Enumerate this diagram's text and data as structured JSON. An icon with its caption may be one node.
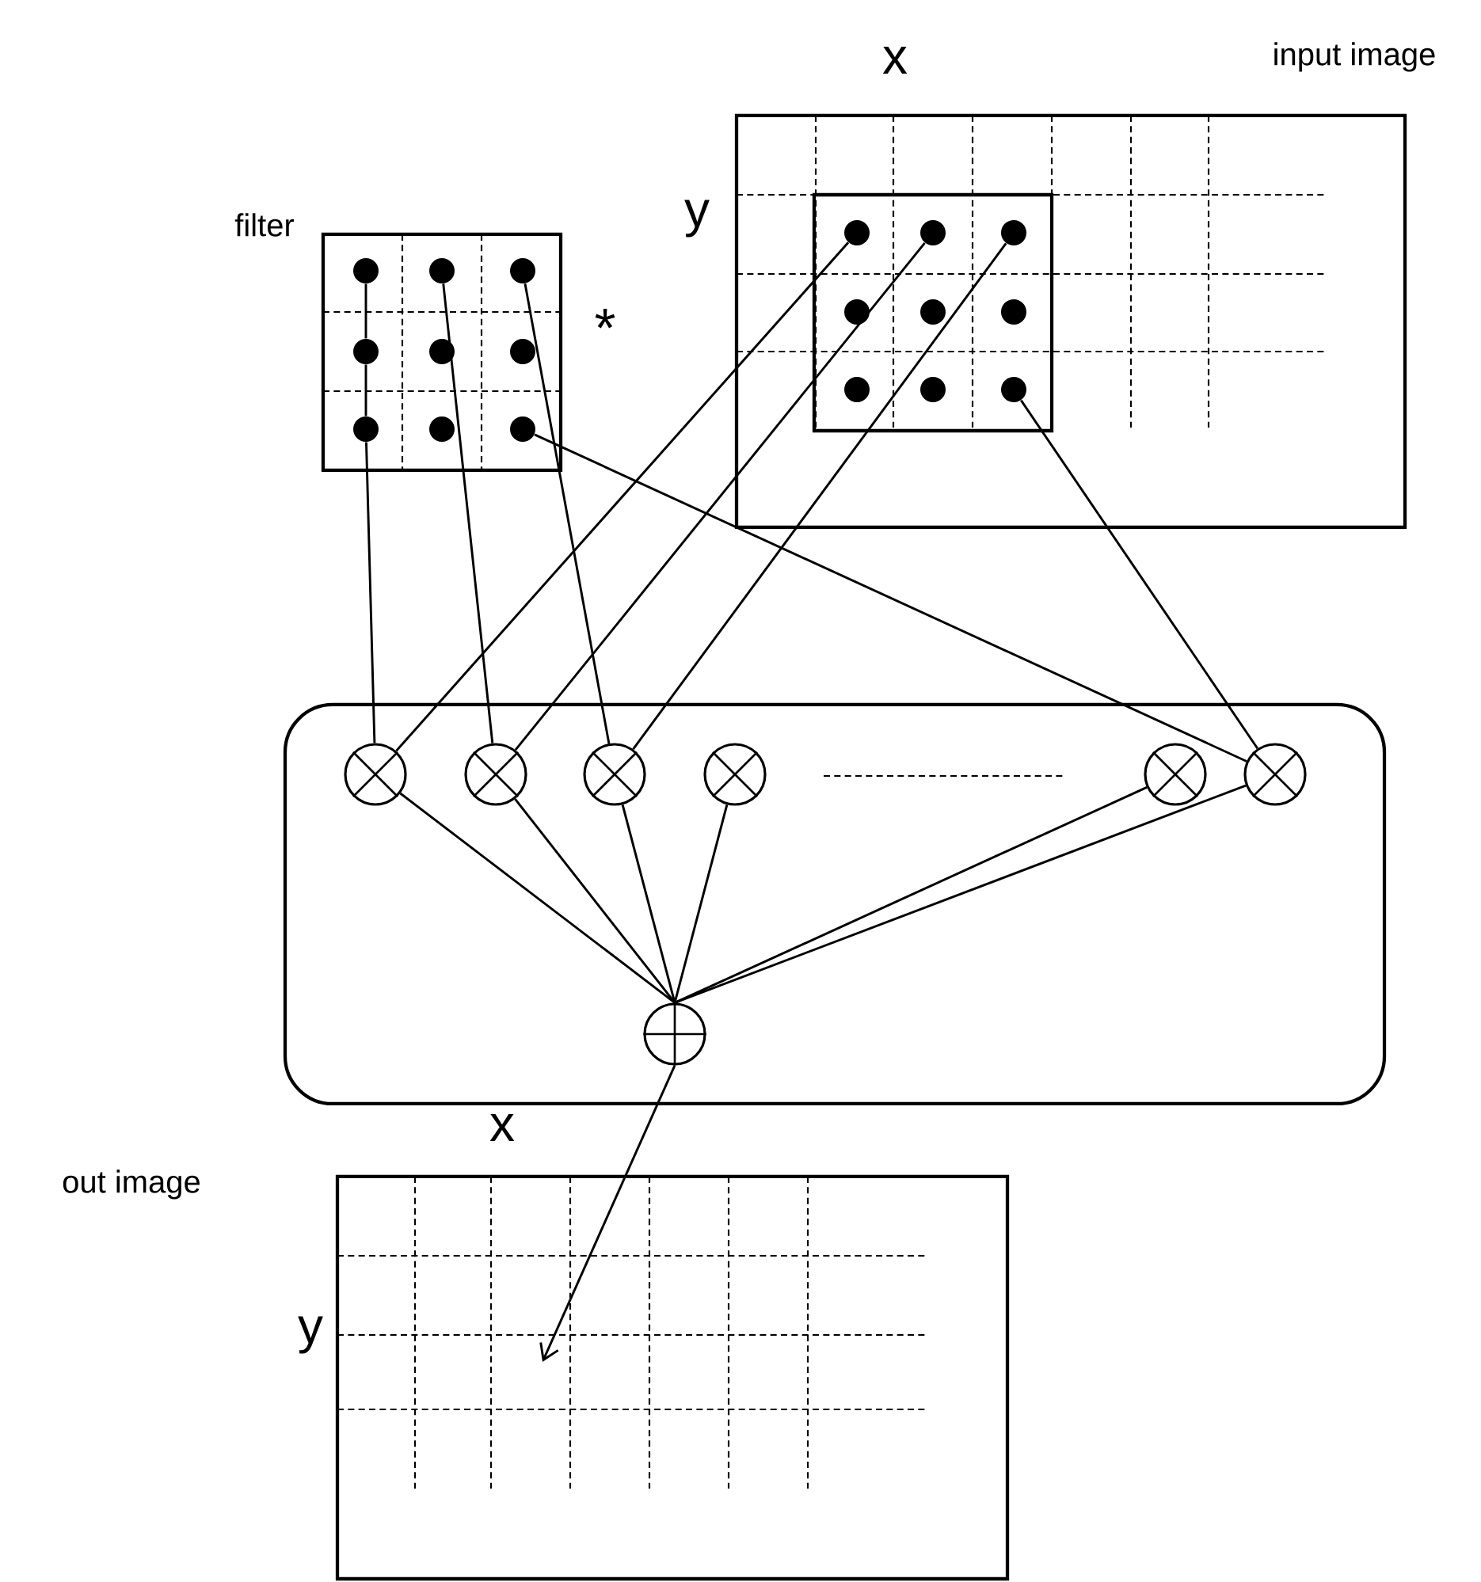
{
  "diagram": {
    "nodes": [
      {
        "text": [
          "filter"
        ]
      },
      {
        "text": [],
        "shape": "circle",
        "in": 0
      },
      {
        "text": [],
        "shape": "circle",
        "in": 0
      },
      {
        "text": [],
        "shape": "circle",
        "in": 0
      },
      {
        "text": [],
        "shape": "circle",
        "in": 0
      },
      {
        "text": [],
        "shape": "circle",
        "in": 0
      },
      {
        "text": [],
        "shape": "circle",
        "in": 0
      },
      {
        "text": [],
        "shape": "circle",
        "in": 0
      },
      {
        "text": [],
        "shape": "circle",
        "in": 0
      },
      {
        "text": [],
        "shape": "circle",
        "in": 0
      },
      {
        "text": [
          "input image"
        ]
      },
      {
        "text": [],
        "shape": "box",
        "in": 10
      },
      {
        "text": [],
        "shape": "circle",
        "in": 11
      },
      {
        "text": [],
        "shape": "circle",
        "in": 11
      },
      {
        "text": [],
        "shape": "circle",
        "in": 11
      },
      {
        "text": [],
        "shape": "circle",
        "in": 11
      },
      {
        "text": [],
        "shape": "circle",
        "in": 11
      },
      {
        "text": [],
        "shape": "circle",
        "in": 11
      },
      {
        "text": [],
        "shape": "circle",
        "in": 11
      },
      {
        "text": [],
        "shape": "circle",
        "in": 11
      },
      {
        "text": [],
        "shape": "circle",
        "in": 11
      },
      {
        "text": [],
        "shape": "box"
      },
      {
        "text": [],
        "shape": "circle",
        "in": 21
      },
      {
        "text": [],
        "shape": "circle",
        "in": 21
      },
      {
        "text": [],
        "shape": "circle",
        "in": 21
      },
      {
        "text": [],
        "shape": "circle",
        "in": 21
      },
      {
        "text": [],
        "shape": "circle",
        "in": 21
      },
      {
        "text": [],
        "shape": "circle",
        "in": 21
      },
      {
        "text": [],
        "shape": "circle",
        "in": 21
      },
      {
        "text": [
          "out image"
        ]
      }
    ],
    "edges": [
      {
        "from": 1,
        "to": 4,
        "arrow": "none"
      },
      {
        "from": 4,
        "to": 7,
        "arrow": "none"
      },
      {
        "from": 7,
        "to": 22,
        "arrow": "none"
      },
      {
        "from": 2,
        "to": 23,
        "arrow": "none"
      },
      {
        "from": 3,
        "to": 24,
        "arrow": "none"
      },
      {
        "from": 9,
        "to": 27,
        "arrow": "none"
      },
      {
        "from": 12,
        "to": 22,
        "arrow": "none"
      },
      {
        "from": 13,
        "to": 23,
        "arrow": "none"
      },
      {
        "from": 14,
        "to": 24,
        "arrow": "none"
      },
      {
        "from": 20,
        "to": 27,
        "arrow": "none"
      },
      {
        "from": 22,
        "to": 28,
        "arrow": "none"
      },
      {
        "from": 23,
        "to": 28,
        "arrow": "none"
      },
      {
        "from": 24,
        "to": 28,
        "arrow": "none"
      },
      {
        "from": 25,
        "to": 28,
        "arrow": "none"
      },
      {
        "from": 26,
        "to": 28,
        "arrow": "none"
      },
      {
        "from": 27,
        "to": 28,
        "arrow": "none"
      },
      {
        "from": 28,
        "to": 29,
        "arrow": "to"
      }
    ],
    "labels": [
      "x",
      "y",
      "*",
      "x",
      "y"
    ]
  }
}
